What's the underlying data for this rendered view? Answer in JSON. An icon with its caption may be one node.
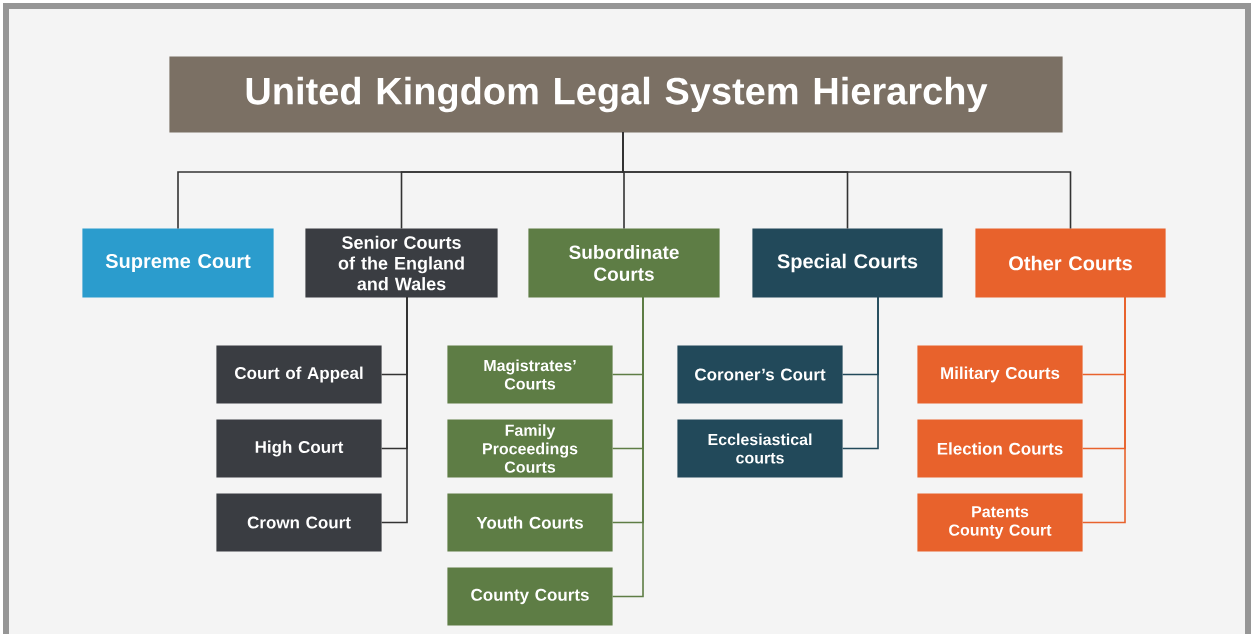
{
  "diagram": {
    "nodes": [
      {
        "text": [
          "United Kingdom Legal System Hierarchy"
        ]
      },
      {
        "text": [
          "Supreme Court"
        ]
      },
      {
        "text": [
          "Senior Courts of the England and Wales"
        ]
      },
      {
        "text": [
          "Subordinate Courts"
        ]
      },
      {
        "text": [
          "Special Courts"
        ]
      },
      {
        "text": [
          "Other Courts"
        ]
      },
      {
        "text": [
          "Court of Appeal"
        ]
      },
      {
        "text": [
          "High Court"
        ]
      },
      {
        "text": [
          "Crown Court"
        ]
      },
      {
        "text": [
          "Magistrates’ Courts"
        ]
      },
      {
        "text": [
          "Family Proceedings Courts"
        ]
      },
      {
        "text": [
          "Youth Courts"
        ]
      },
      {
        "text": [
          "County Courts"
        ]
      },
      {
        "text": [
          "Coroner’s Court"
        ]
      },
      {
        "text": [
          "Ecclesiastical courts"
        ]
      },
      {
        "text": [
          "Military Courts"
        ]
      },
      {
        "text": [
          "Election Courts"
        ]
      },
      {
        "text": [
          "Patents County Court"
        ]
      }
    ],
    "edges": [
      {
        "from": 0,
        "to": 1,
        "arrow": "none"
      },
      {
        "from": 0,
        "to": 2,
        "arrow": "none"
      },
      {
        "from": 0,
        "to": 3,
        "arrow": "none"
      },
      {
        "from": 0,
        "to": 4,
        "arrow": "none"
      },
      {
        "from": 0,
        "to": 5,
        "arrow": "none"
      },
      {
        "from": 2,
        "to": 6,
        "arrow": "none"
      },
      {
        "from": 2,
        "to": 7,
        "arrow": "none"
      },
      {
        "from": 2,
        "to": 8,
        "arrow": "none"
      },
      {
        "from": 3,
        "to": 9,
        "arrow": "none",
        "color": "#5e7d45"
      },
      {
        "from": 3,
        "to": 10,
        "arrow": "none",
        "color": "#5e7d45"
      },
      {
        "from": 3,
        "to": 11,
        "arrow": "none",
        "color": "#5e7d45"
      },
      {
        "from": 3,
        "to": 12,
        "arrow": "none",
        "color": "#5e7d45"
      },
      {
        "from": 4,
        "to": 13,
        "arrow": "none",
        "color": "#22495a"
      },
      {
        "from": 4,
        "to": 14,
        "arrow": "none",
        "color": "#22495a"
      },
      {
        "from": 5,
        "to": 15,
        "arrow": "none",
        "color": "#e8622c"
      },
      {
        "from": 5,
        "to": 16,
        "arrow": "none",
        "color": "#e8622c"
      },
      {
        "from": 5,
        "to": 17,
        "arrow": "none",
        "color": "#e8622c"
      }
    ]
  }
}
